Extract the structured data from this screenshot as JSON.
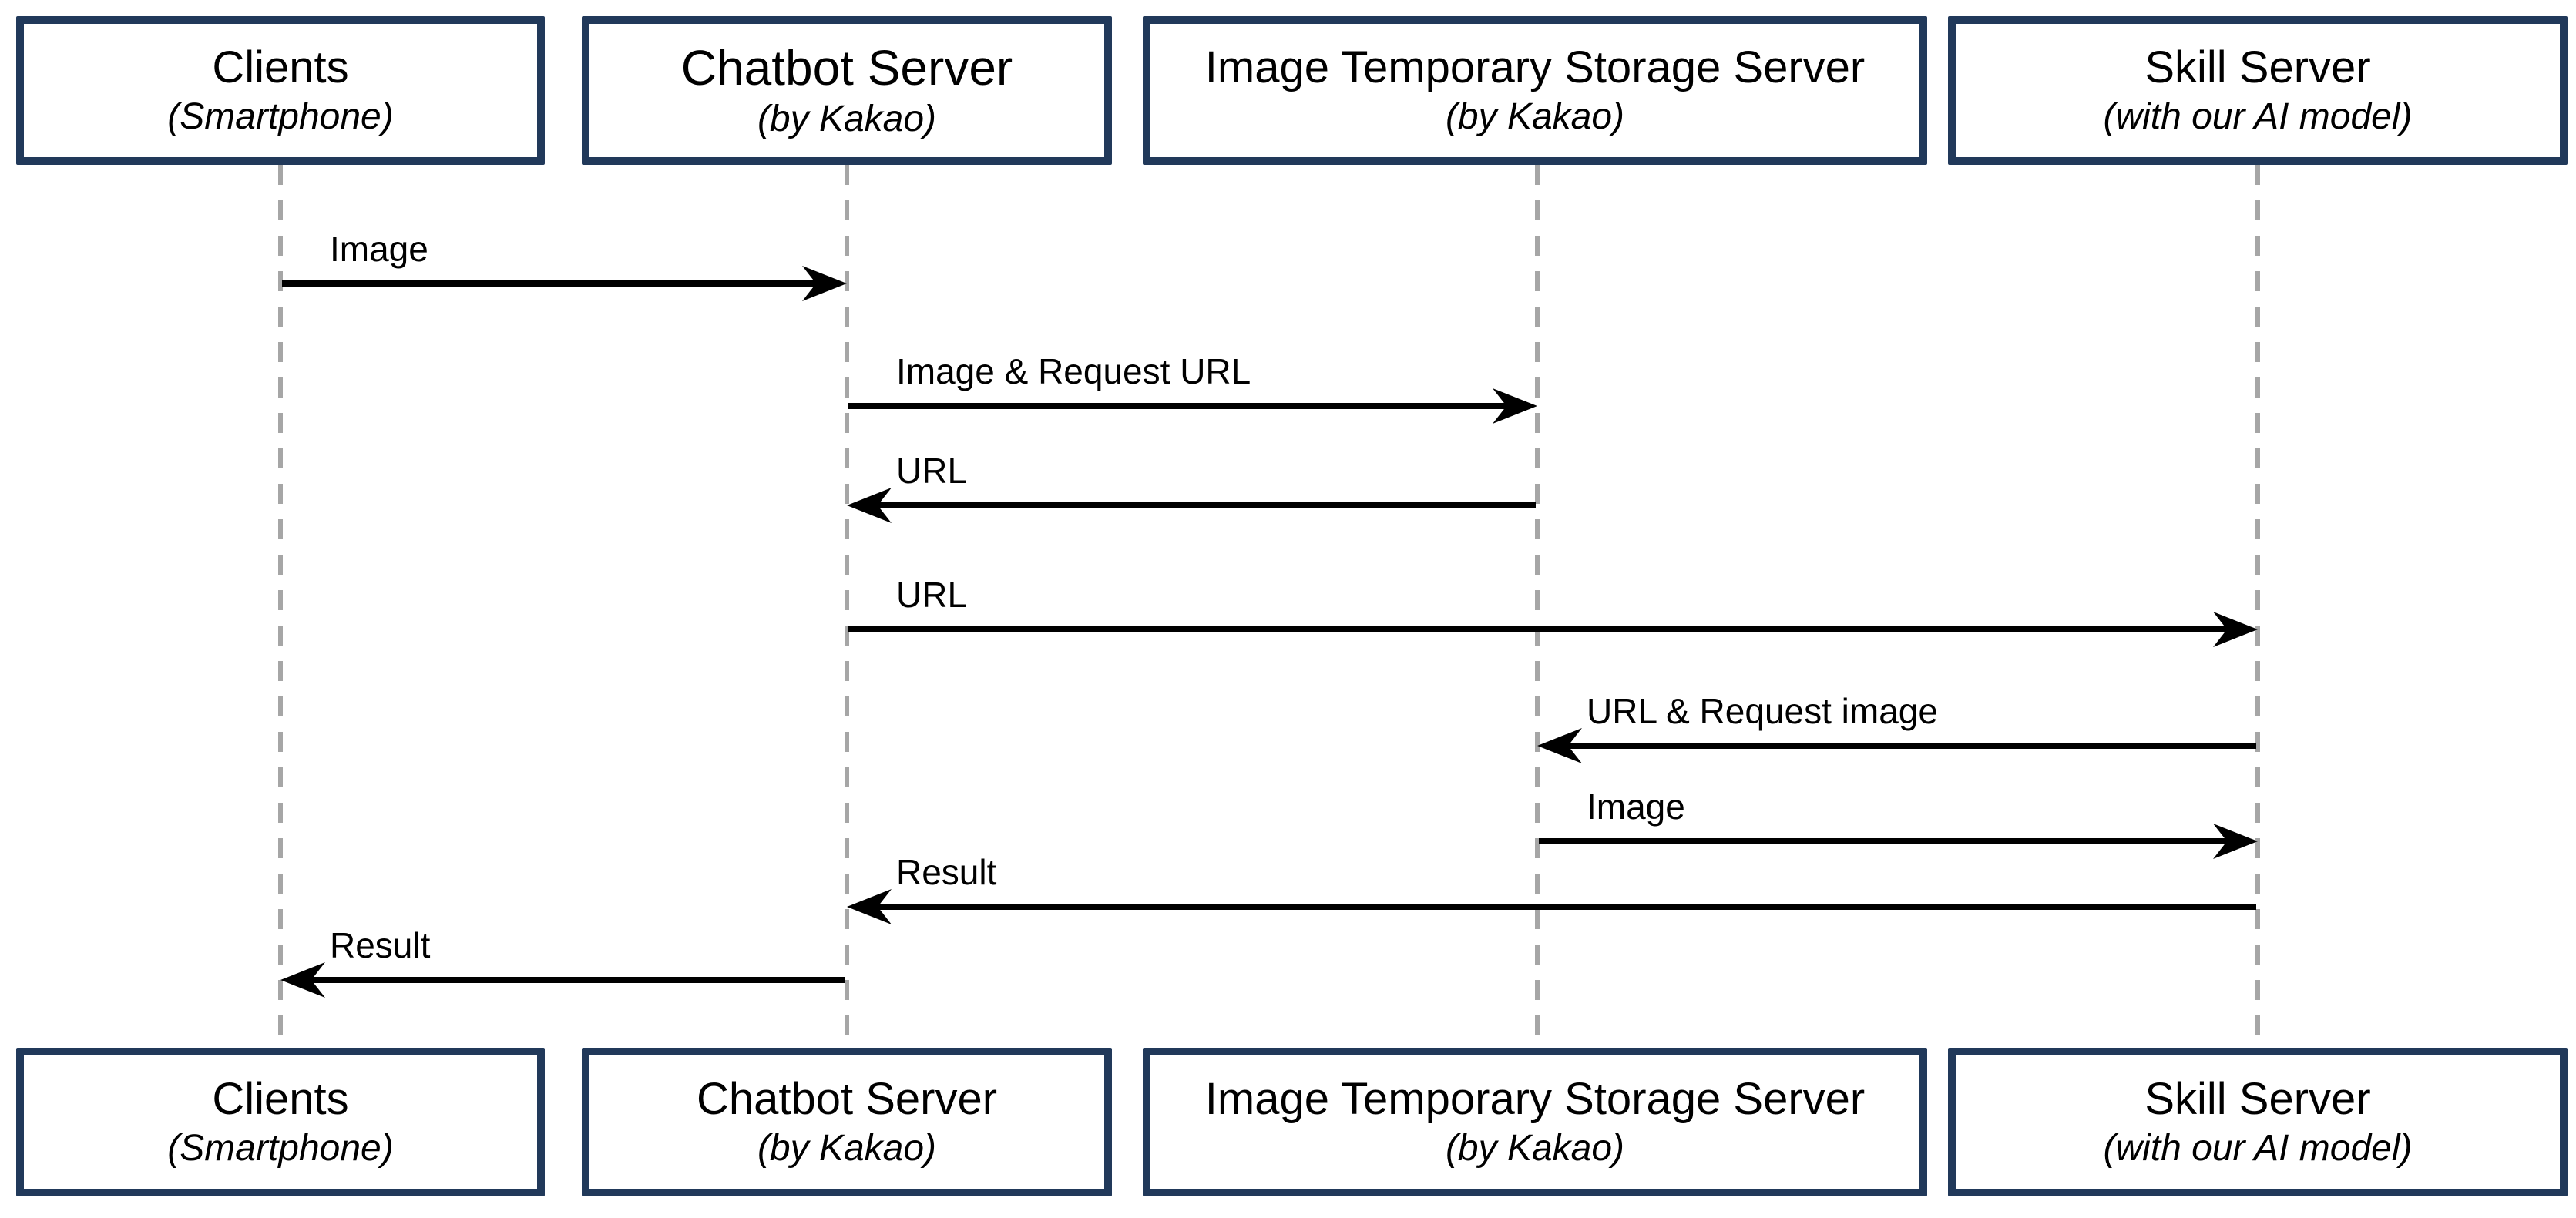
{
  "diagram": {
    "type": "sequence-diagram",
    "participants": [
      {
        "title": "Clients",
        "subtitle": "(Smartphone)"
      },
      {
        "title": "Chatbot Server",
        "subtitle": "(by Kakao)"
      },
      {
        "title": "Image Temporary Storage Server",
        "subtitle": "(by Kakao)"
      },
      {
        "title": "Skill Server",
        "subtitle": "(with our AI model)"
      }
    ],
    "messages": [
      {
        "label": "Image",
        "from": "Clients",
        "to": "Chatbot Server",
        "direction": "right"
      },
      {
        "label": "Image & Request URL",
        "from": "Chatbot Server",
        "to": "Image Temporary Storage Server",
        "direction": "right"
      },
      {
        "label": "URL",
        "from": "Image Temporary Storage Server",
        "to": "Chatbot Server",
        "direction": "left"
      },
      {
        "label": "URL",
        "from": "Chatbot Server",
        "to": "Skill Server",
        "direction": "right"
      },
      {
        "label": "URL & Request image",
        "from": "Skill Server",
        "to": "Image Temporary Storage Server",
        "direction": "left"
      },
      {
        "label": "Image",
        "from": "Image Temporary Storage Server",
        "to": "Skill Server",
        "direction": "right"
      },
      {
        "label": "Result",
        "from": "Skill Server",
        "to": "Chatbot Server",
        "direction": "left"
      },
      {
        "label": "Result",
        "from": "Chatbot Server",
        "to": "Clients",
        "direction": "left"
      }
    ],
    "colors": {
      "box_border": "#21395a",
      "lifeline": "#a6a6a6",
      "arrow": "#000000",
      "text": "#000000",
      "background": "#ffffff"
    }
  }
}
